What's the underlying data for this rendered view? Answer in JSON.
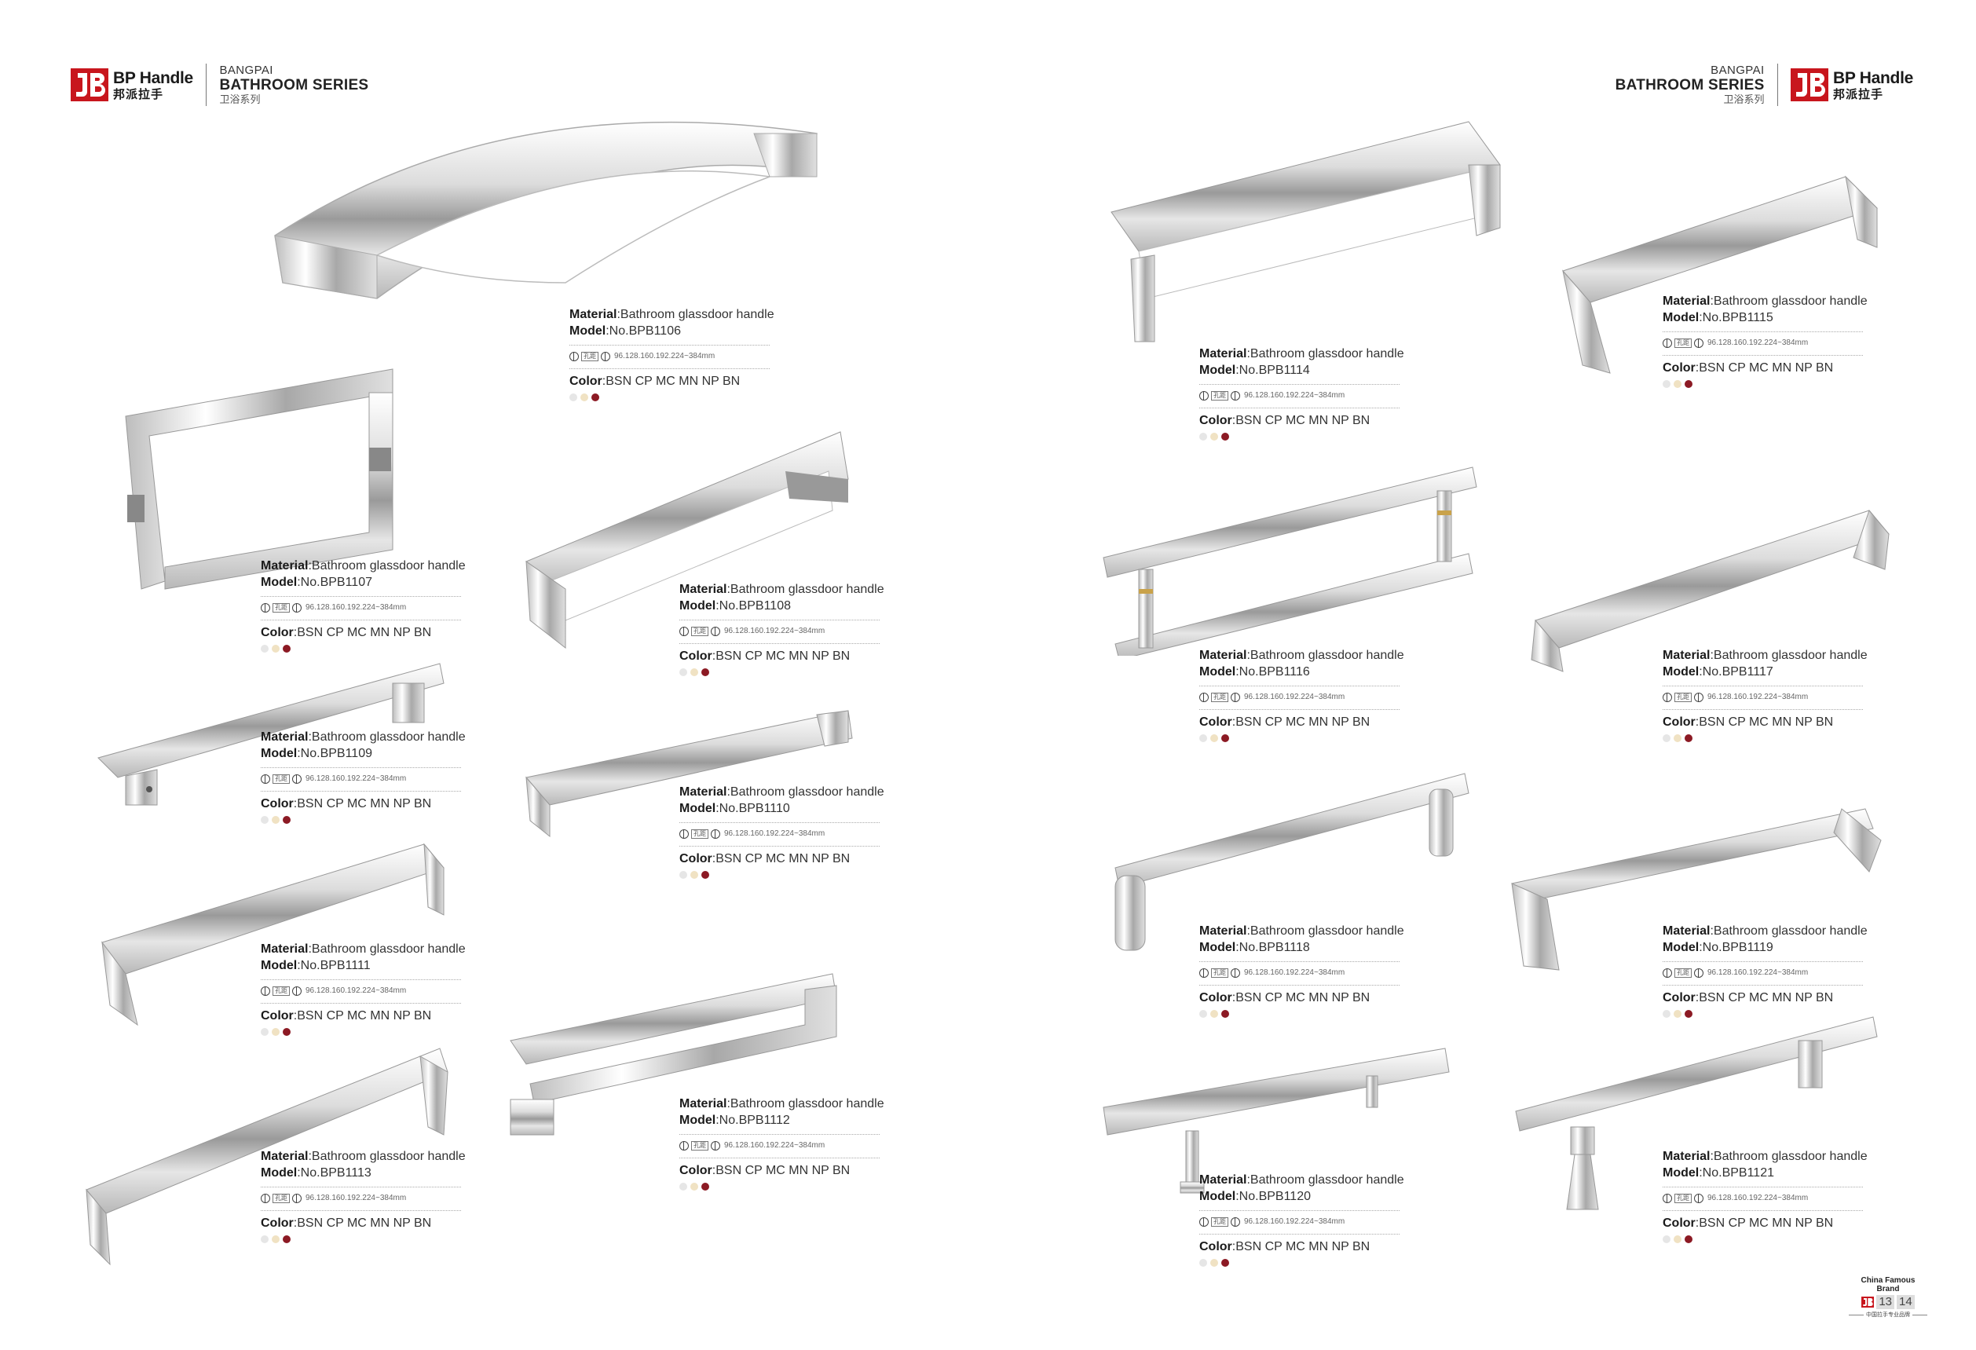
{
  "header": {
    "left": {
      "brand_en": "BP Handle",
      "brand_cn": "邦派拉手",
      "series_sub": "BANGPAI",
      "series_main": "BATHROOM SERIES",
      "series_cn": "卫浴系列"
    },
    "right": {
      "brand_en": "BP Handle",
      "brand_cn": "邦派拉手",
      "series_sub": "BANGPAI",
      "series_main": "BATHROOM  SERIES",
      "series_cn": "卫浴系列"
    }
  },
  "labels": {
    "material": "Material",
    "model": "Model",
    "color": "Color"
  },
  "swatch_colors": [
    "#e6e6e6",
    "#f0e2c3",
    "#8c1a24"
  ],
  "products": [
    {
      "material": ":Bathroom glassdoor handle",
      "model": ":No.BPB1106",
      "hole": "孔距",
      "sizes": "96.128.160.192.224~384mm",
      "colors": ":BSN CP MC MN NP BN"
    },
    {
      "material": ":Bathroom glassdoor handle",
      "model": ":No.BPB1107",
      "hole": "孔距",
      "sizes": "96.128.160.192.224~384mm",
      "colors": ":BSN CP MC MN NP BN"
    },
    {
      "material": ":Bathroom glassdoor handle",
      "model": ":No.BPB1108",
      "hole": "孔距",
      "sizes": "96.128.160.192.224~384mm",
      "colors": ":BSN CP MC MN NP BN"
    },
    {
      "material": ":Bathroom glassdoor handle",
      "model": ":No.BPB1109",
      "hole": "孔距",
      "sizes": "96.128.160.192.224~384mm",
      "colors": ":BSN CP MC MN NP BN"
    },
    {
      "material": ":Bathroom glassdoor handle",
      "model": ":No.BPB1110",
      "hole": "孔距",
      "sizes": "96.128.160.192.224~384mm",
      "colors": ":BSN CP MC MN NP BN"
    },
    {
      "material": ":Bathroom glassdoor handle",
      "model": ":No.BPB1111",
      "hole": "孔距",
      "sizes": "96.128.160.192.224~384mm",
      "colors": ":BSN CP MC MN NP BN"
    },
    {
      "material": ":Bathroom glassdoor handle",
      "model": ":No.BPB1112",
      "hole": "孔距",
      "sizes": "96.128.160.192.224~384mm",
      "colors": ":BSN CP MC MN NP BN"
    },
    {
      "material": ":Bathroom glassdoor handle",
      "model": ":No.BPB1113",
      "hole": "孔距",
      "sizes": "96.128.160.192.224~384mm",
      "colors": ":BSN CP MC MN NP BN"
    },
    {
      "material": ":Bathroom glassdoor handle",
      "model": ":No.BPB1114",
      "hole": "孔距",
      "sizes": "96.128.160.192.224~384mm",
      "colors": ":BSN CP MC MN NP BN"
    },
    {
      "material": ":Bathroom glassdoor handle",
      "model": ":No.BPB1115",
      "hole": "孔距",
      "sizes": "96.128.160.192.224~384mm",
      "colors": ":BSN CP MC MN NP BN"
    },
    {
      "material": ":Bathroom glassdoor handle",
      "model": ":No.BPB1116",
      "hole": "孔距",
      "sizes": "96.128.160.192.224~384mm",
      "colors": ":BSN CP MC MN NP BN"
    },
    {
      "material": ":Bathroom glassdoor handle",
      "model": ":No.BPB1117",
      "hole": "孔距",
      "sizes": "96.128.160.192.224~384mm",
      "colors": ":BSN CP MC MN NP BN"
    },
    {
      "material": ":Bathroom glassdoor handle",
      "model": ":No.BPB1118",
      "hole": "孔距",
      "sizes": "96.128.160.192.224~384mm",
      "colors": ":BSN CP MC MN NP BN"
    },
    {
      "material": ":Bathroom glassdoor handle",
      "model": ":No.BPB1119",
      "hole": "孔距",
      "sizes": "96.128.160.192.224~384mm",
      "colors": ":BSN CP MC MN NP BN"
    },
    {
      "material": ":Bathroom glassdoor handle",
      "model": ":No.BPB1120",
      "hole": "孔距",
      "sizes": "96.128.160.192.224~384mm",
      "colors": ":BSN CP MC MN NP BN"
    },
    {
      "material": ":Bathroom glassdoor handle",
      "model": ":No.BPB1121",
      "hole": "孔距",
      "sizes": "96.128.160.192.224~384mm",
      "colors": ":BSN CP MC MN NP BN"
    }
  ],
  "footer": {
    "brand": "China Famous Brand",
    "page_left": "13",
    "page_right": "14",
    "cn": "中国拉手专业品牌"
  }
}
